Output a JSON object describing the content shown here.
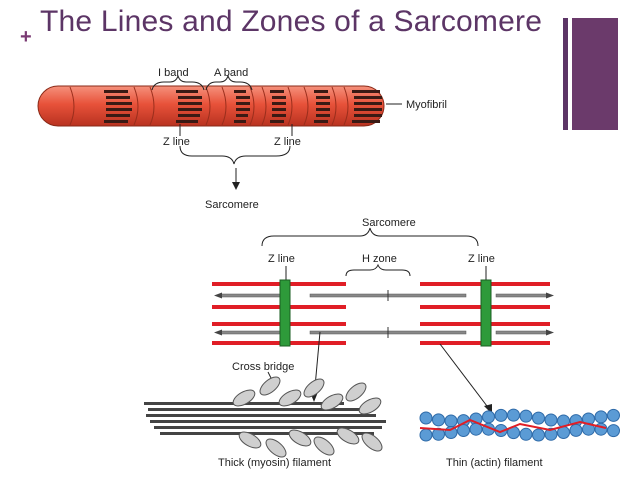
{
  "slide": {
    "title": "The Lines and Zones of a Sarcomere",
    "plus_glyph": "+",
    "accent": "#5c3566"
  },
  "top_diagram": {
    "i_band": "I band",
    "a_band": "A band",
    "myofibril": "Myofibril",
    "z_line_left": "Z line",
    "z_line_right": "Z line",
    "sarcomere": "Sarcomere"
  },
  "middle_diagram": {
    "sarcomere": "Sarcomere",
    "z_line_left": "Z line",
    "h_zone": "H zone",
    "z_line_right": "Z line"
  },
  "bottom_diagram": {
    "cross_bridge": "Cross bridge",
    "thick_filament": "Thick (myosin) filament",
    "thin_filament": "Thin (actin) filament"
  },
  "colors": {
    "myofibril": "#e8523a",
    "actin_red": "#e01e26",
    "z_disc_green": "#2e9a3a",
    "myosin_grey": "#777777",
    "actin_bead": "#5b9bd5"
  }
}
